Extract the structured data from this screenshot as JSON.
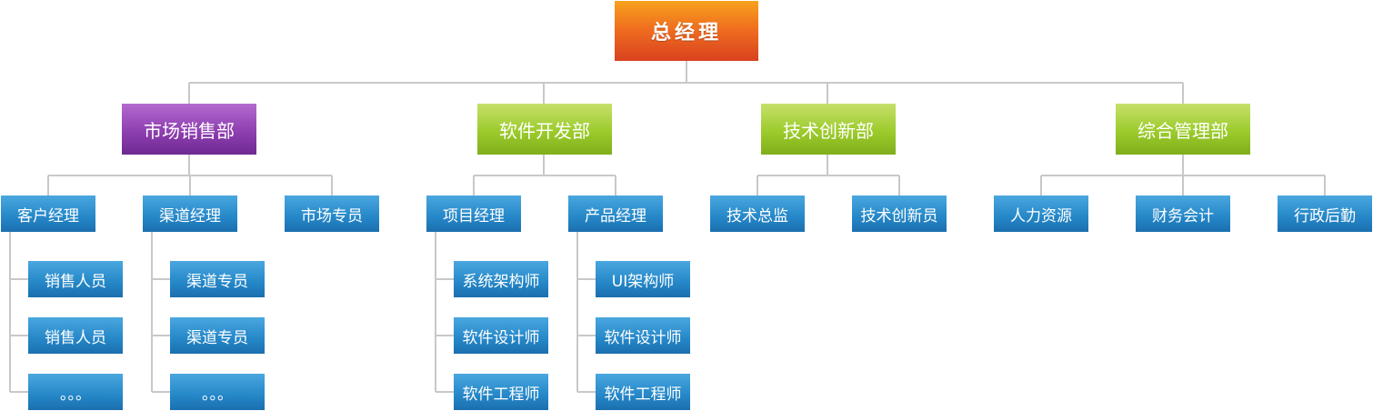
{
  "org_chart": {
    "root": "总经理",
    "departments": {
      "sales": {
        "name": "市场销售部",
        "roles": {
          "customer_manager": {
            "name": "客户经理",
            "children": [
              "销售人员",
              "销售人员",
              "。。。"
            ]
          },
          "channel_manager": {
            "name": "渠道经理",
            "children": [
              "渠道专员",
              "渠道专员",
              "。。。"
            ]
          },
          "market_specialist": {
            "name": "市场专员",
            "children": []
          }
        }
      },
      "software": {
        "name": "软件开发部",
        "roles": {
          "project_manager": {
            "name": "项目经理",
            "children": [
              "系统架构师",
              "软件设计师",
              "软件工程师"
            ]
          },
          "product_manager": {
            "name": "产品经理",
            "children": [
              "UI架构师",
              "软件设计师",
              "软件工程师"
            ]
          }
        }
      },
      "tech": {
        "name": "技术创新部",
        "roles": {
          "tech_director": {
            "name": "技术总监",
            "children": []
          },
          "tech_innovator": {
            "name": "技术创新员",
            "children": []
          }
        }
      },
      "admin": {
        "name": "综合管理部",
        "roles": {
          "hr": {
            "name": "人力资源",
            "children": []
          },
          "finance": {
            "name": "财务会计",
            "children": []
          },
          "administration": {
            "name": "行政后勤",
            "children": []
          }
        }
      }
    }
  },
  "colors": {
    "root": "#ee6a1e",
    "sales_dept": "#8e3fb0",
    "other_depts": "#9ccb2c",
    "role_boxes": "#2587c8",
    "connector": "#c8c8c8"
  }
}
